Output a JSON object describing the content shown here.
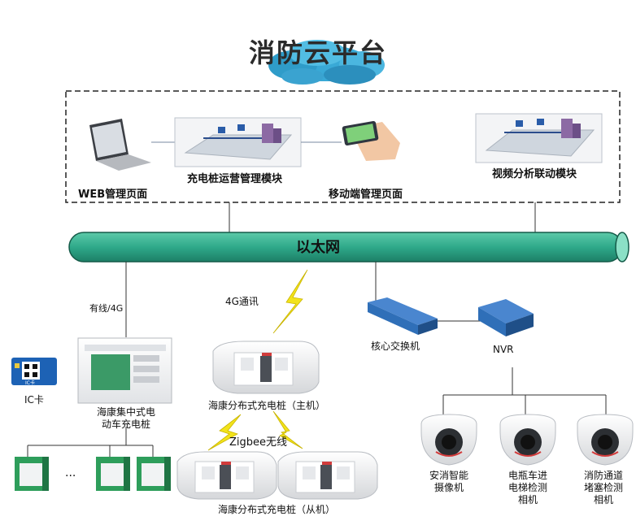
{
  "diagram": {
    "title": "消防云平台",
    "platform_modules": {
      "web": "WEB管理页面",
      "charging_ops": "充电桩运营管理模块",
      "mobile": "移动端管理页面",
      "video_analysis": "视频分析联动模块"
    },
    "bus": "以太网",
    "links": {
      "wired_4g": "有线/4G",
      "comm_4g": "4G通讯",
      "zigbee": "Zigbee无线"
    },
    "devices": {
      "ic_card": "IC卡",
      "ic_card_text": "IC卡",
      "central_charger": "海康集中式电动车充电桩",
      "central_charger_line1": "海康集中式电",
      "central_charger_line2": "动车充电桩",
      "socket_ellipsis": "...",
      "distributed_master": "海康分布式充电桩（主机）",
      "distributed_slave": "海康分布式充电桩（从机）",
      "core_switch": "核心交换机",
      "nvr": "NVR",
      "cam1_line1": "安消智能",
      "cam1_line2": "摄像机",
      "cam2_line1": "电瓶车进",
      "cam2_line2": "电梯检测",
      "cam2_line3": "相机",
      "cam3_line1": "消防通道",
      "cam3_line2": "堵塞检测",
      "cam3_line3": "相机"
    }
  },
  "colors": {
    "bus_fill": "#2fa98a",
    "cloud": "#39a9d6",
    "lightning": "#f2e31b",
    "socket_green": "#2e9e5b",
    "switch_blue": "#2f6fb8"
  }
}
